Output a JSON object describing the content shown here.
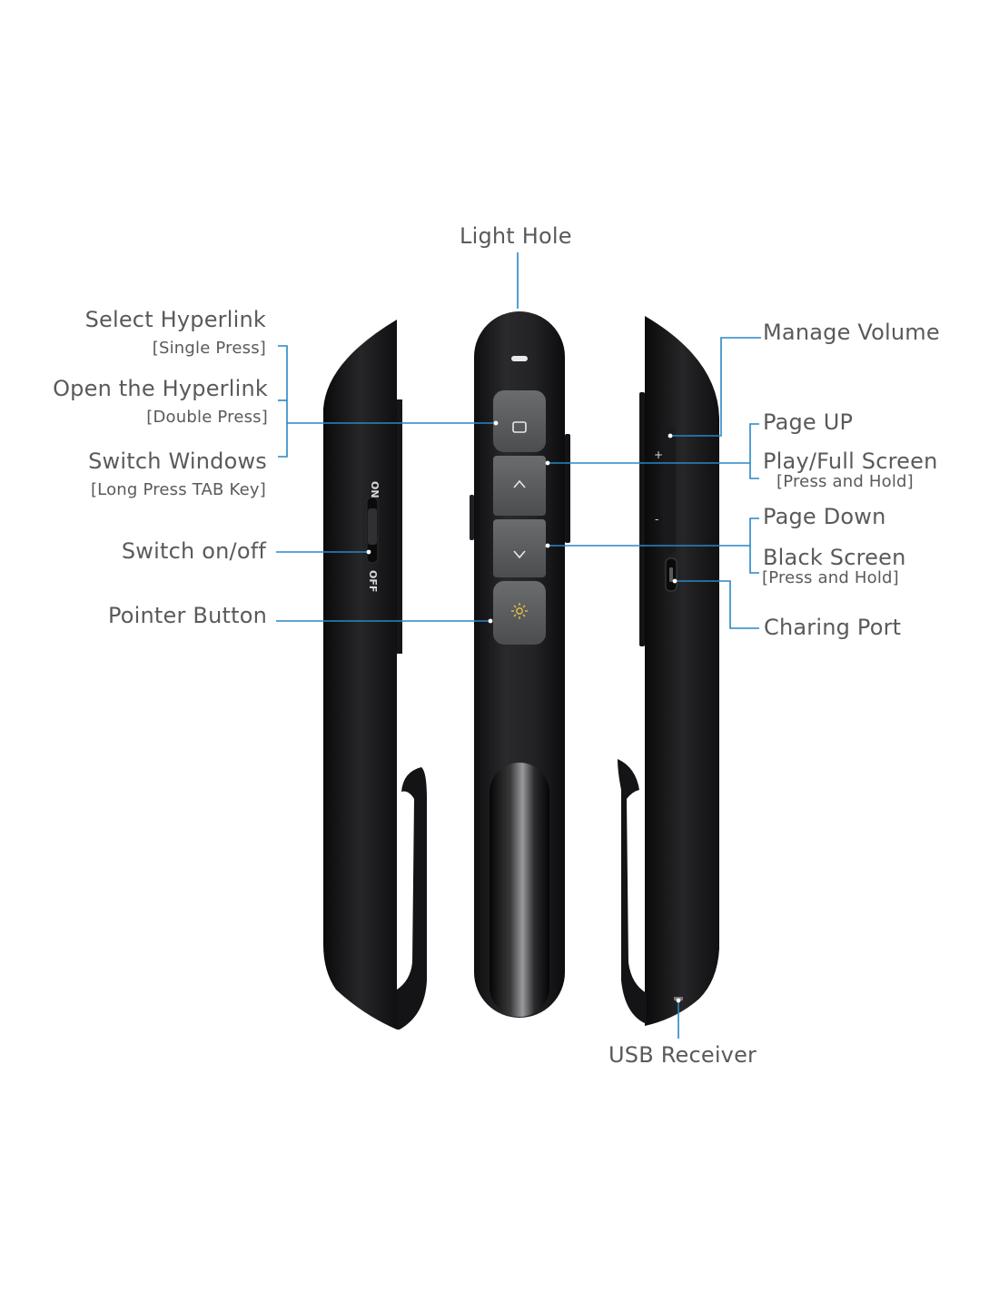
{
  "colors": {
    "leader_line": "#2a86c5",
    "device_body": "#1f1f21",
    "button_face": "#555759",
    "text": "#5a5a5a"
  },
  "top": {
    "light_hole": "Light Hole"
  },
  "left": {
    "select_hyperlink": "Select  Hyperlink",
    "single_press": "[Single  Press]",
    "open_hyperlink": "Open the Hyperlink",
    "double_press": "[Double Press]",
    "switch_windows": "Switch Windows",
    "long_press_tab": "[Long Press TAB Key]",
    "switch_onoff": "Switch on/off",
    "pointer_button": "Pointer Button"
  },
  "right": {
    "manage_volume": "Manage Volume",
    "page_up": "Page UP",
    "play_full_screen": "Play/Full Screen",
    "press_hold_1": "[Press and Hold]",
    "page_down": "Page  Down",
    "black_screen": "Black  Screen",
    "press_hold_2": "[Press and Hold]",
    "charging_port": "Charing Port"
  },
  "bottom": {
    "usb_receiver": "USB  Receiver"
  },
  "device_marks": {
    "on": "ON",
    "off": "OFF",
    "plus": "+",
    "minus": "-"
  },
  "icons": {
    "select_button": "square-icon",
    "up_button": "chevron-up-icon",
    "down_button": "chevron-down-icon",
    "pointer_button": "sun-icon"
  }
}
